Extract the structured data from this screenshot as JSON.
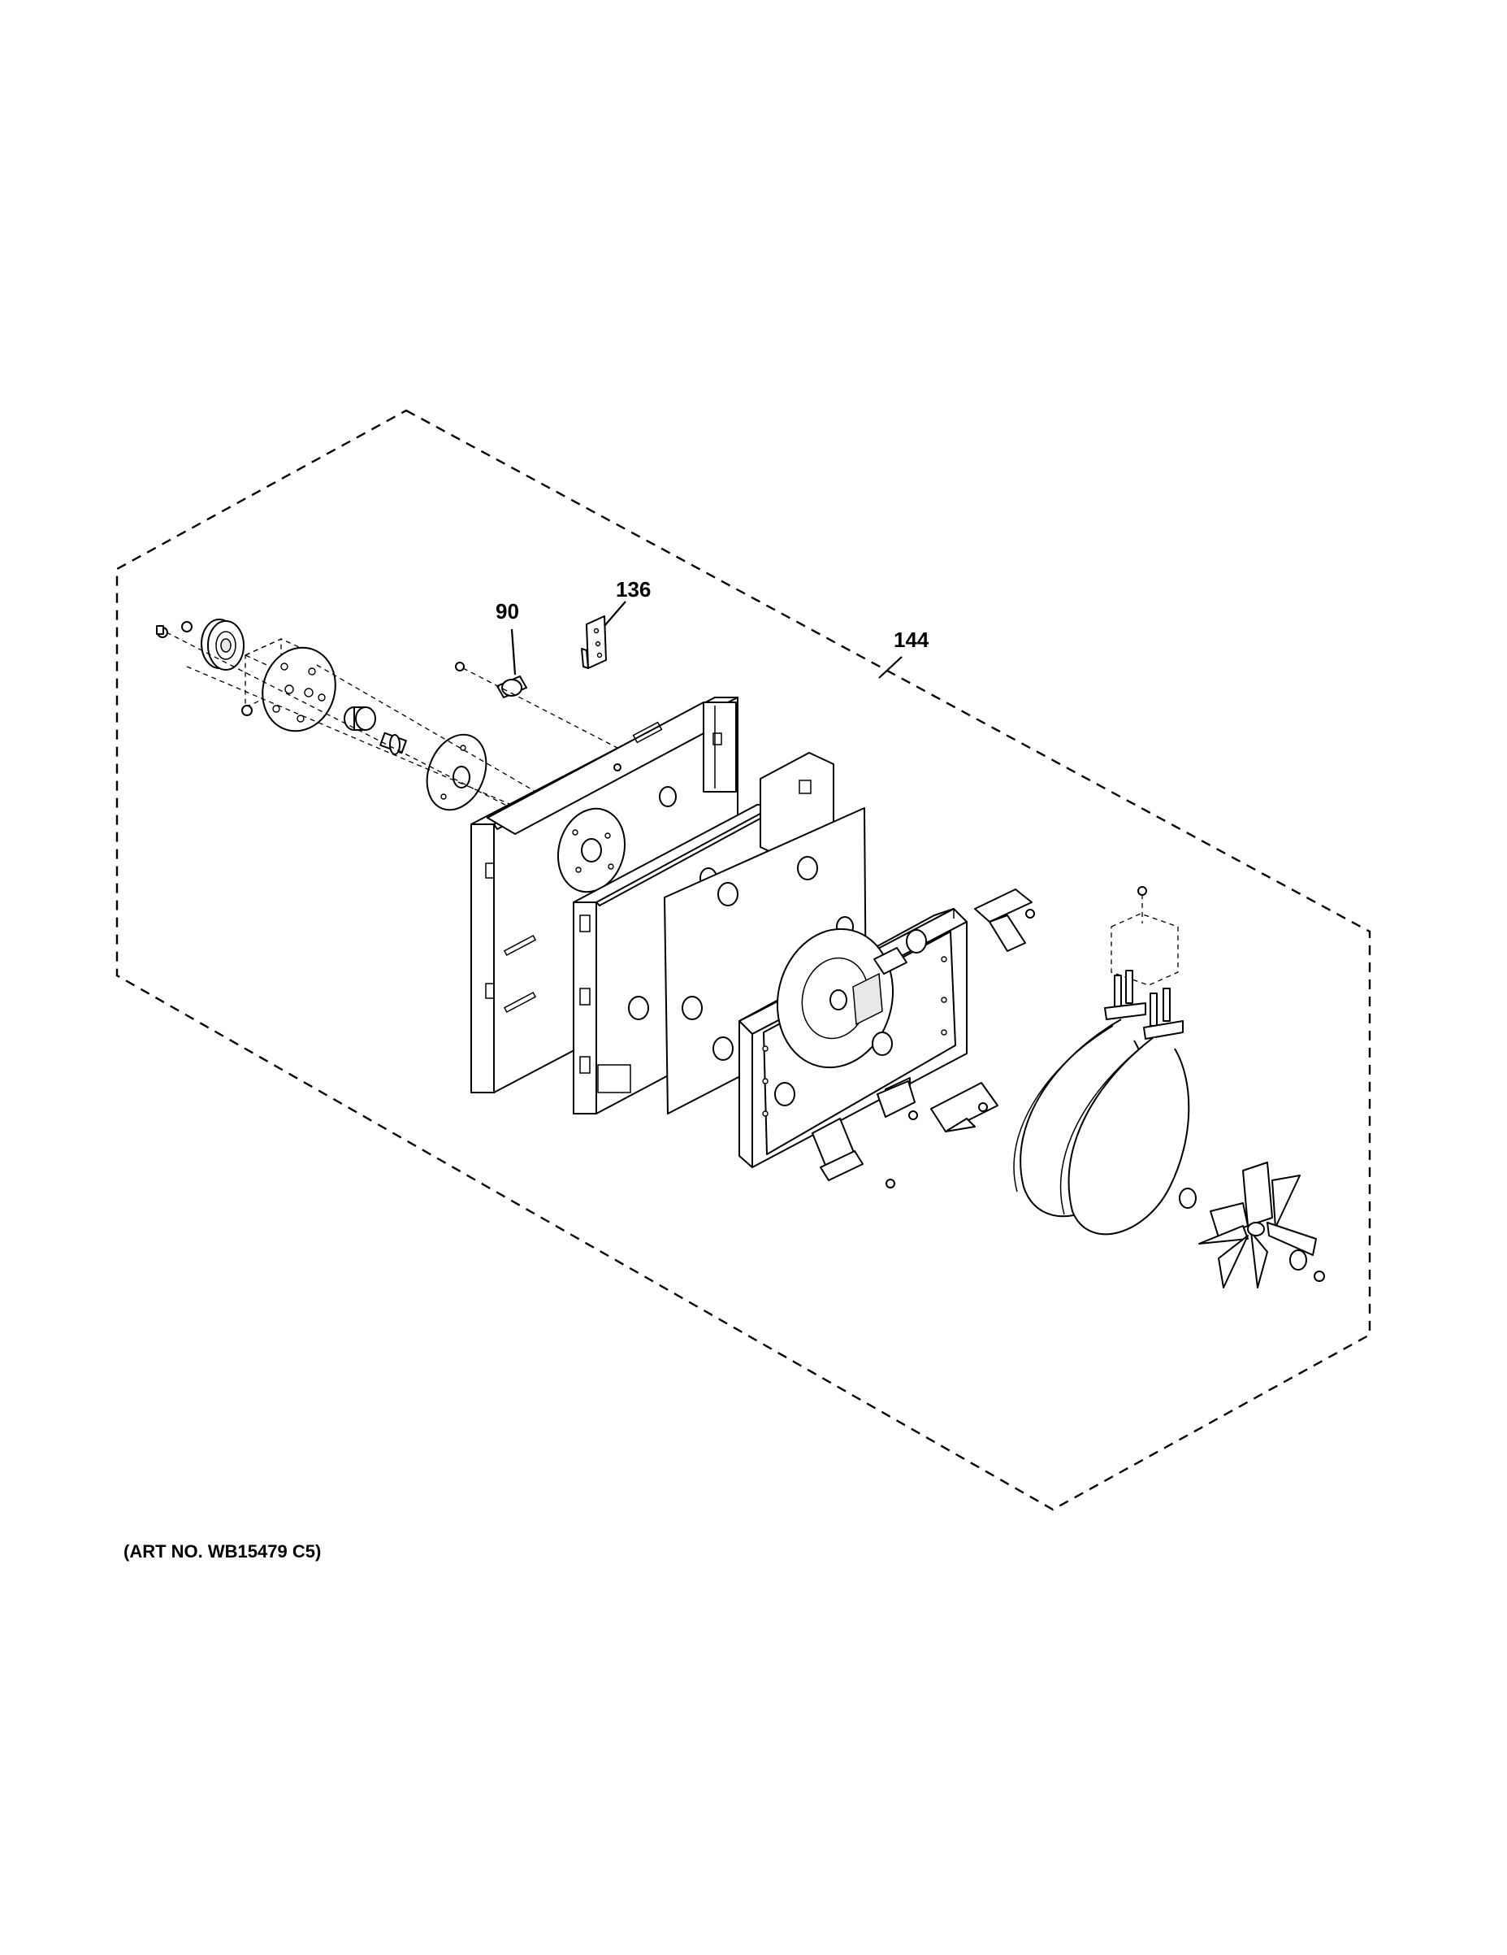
{
  "diagram": {
    "callouts": [
      {
        "id": "90",
        "label": "90"
      },
      {
        "id": "136",
        "label": "136"
      },
      {
        "id": "144",
        "label": "144"
      }
    ],
    "art_number": "(ART NO. WB15479 C5)"
  }
}
